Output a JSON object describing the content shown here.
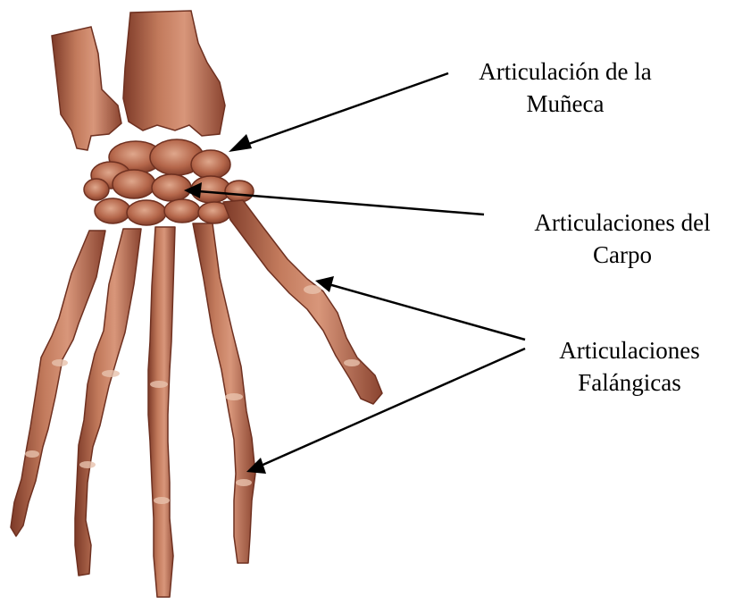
{
  "diagram": {
    "labels": {
      "wrist": {
        "line1": "Articulación de la",
        "line2": "Muñeca"
      },
      "carpal": {
        "line1": "Articulaciones del",
        "line2": "Carpo"
      },
      "phalangeal": {
        "line1": "Articulaciones",
        "line2": "Falángicas"
      }
    },
    "colors": {
      "bone": "#b5674a",
      "bone_shadow": "#7d3a28",
      "bone_highlight": "#dca287",
      "arrow": "#000000",
      "background": "#ffffff"
    }
  }
}
